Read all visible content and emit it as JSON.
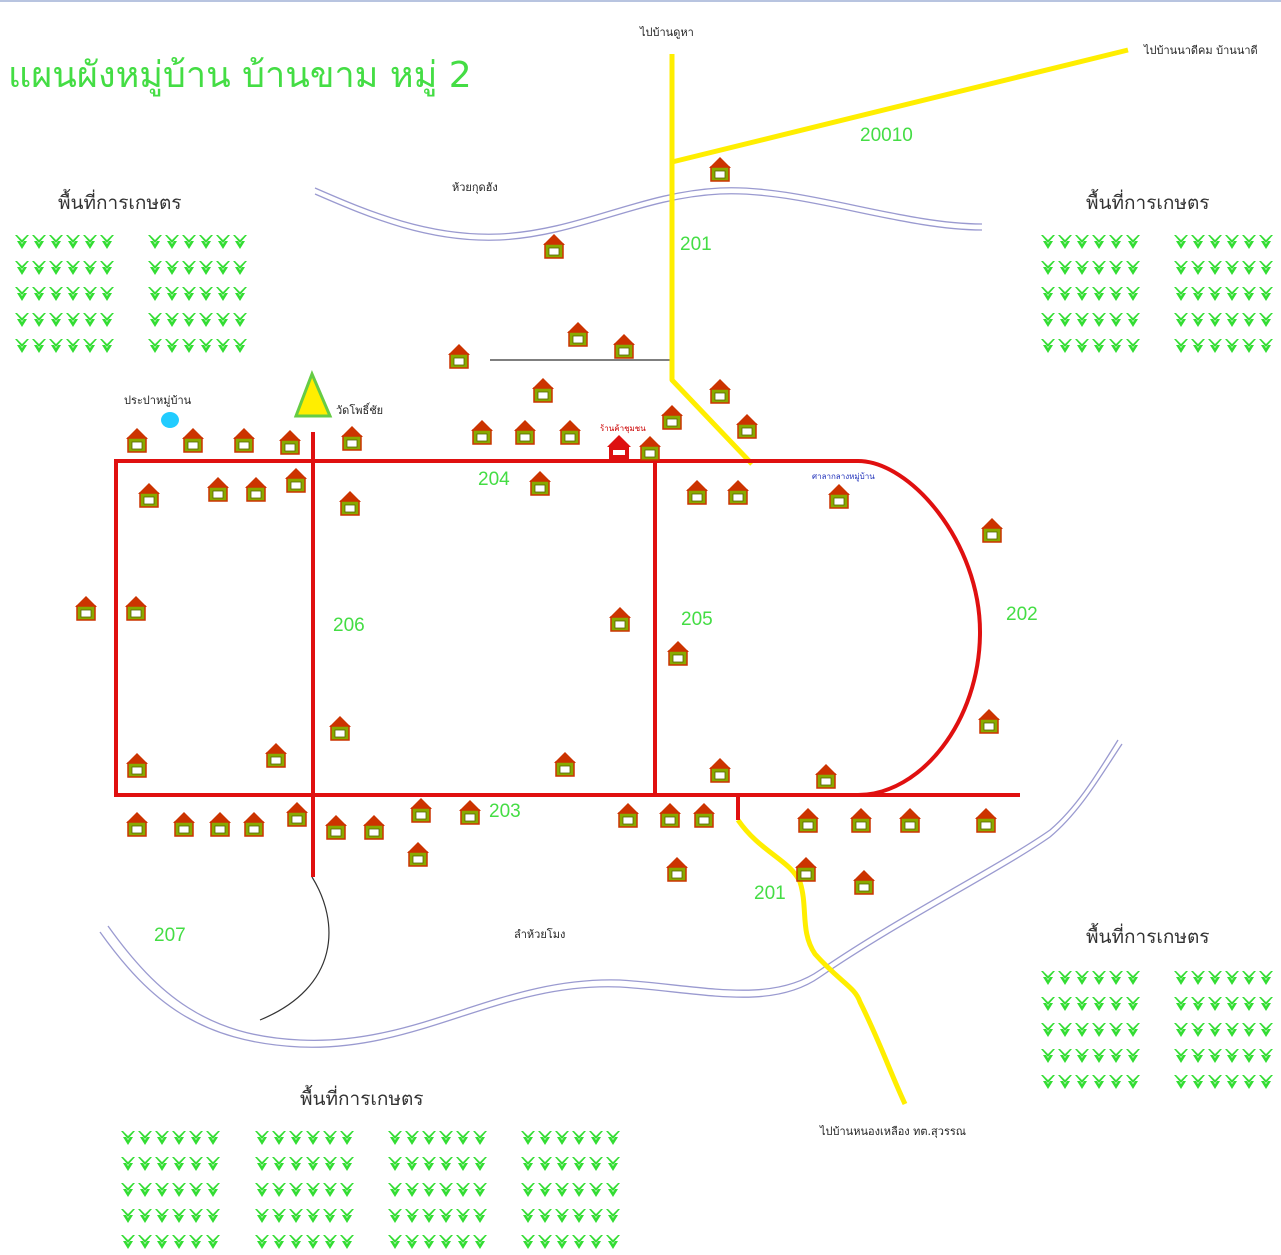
{
  "title": "แผนผังหมู่บ้าน บ้านขาม หมู่ 2",
  "labels": {
    "to_north": "ไปบ้านดูหา",
    "to_northeast": "ไปบ้านนาดีคม บ้านนาดี",
    "to_south": "ไปบ้านหนองเหลือง ทต.สุวรรณ",
    "creek_north": "ห้วยกุดฮัง",
    "creek_south": "ลำห้วยโมง",
    "temple": "วัดโพธิ์ชัย",
    "water_supply": "ประปาหมู่บ้าน",
    "shop": "ร้านค้าชุมชน",
    "community_hall": "ศาลากลางหมู่บ้าน"
  },
  "zones": [
    "พื้นที่การเกษตร",
    "พื้นที่การเกษตร",
    "พื้นที่การเกษตร",
    "พื้นที่การเกษตร"
  ],
  "roads": {
    "r20010": "20010",
    "r201_north": "201",
    "r201_south": "201",
    "r202": "202",
    "r203": "203",
    "r204": "204",
    "r205": "205",
    "r206": "206",
    "r207": "207"
  },
  "colors": {
    "title": "#44dd44",
    "main_road": "#e01010",
    "highway": "#ffee00",
    "creek": "#9a9ad0",
    "crop": "#33dd33",
    "house_roof": "#cc3300",
    "house_wall": "#88aa00",
    "temple": "#ffee00",
    "water": "#22ccff"
  },
  "icons": {
    "house": "house-icon",
    "crop": "crop-plant-icon",
    "temple": "temple-icon",
    "water": "water-supply-icon",
    "shop": "shop-icon"
  }
}
